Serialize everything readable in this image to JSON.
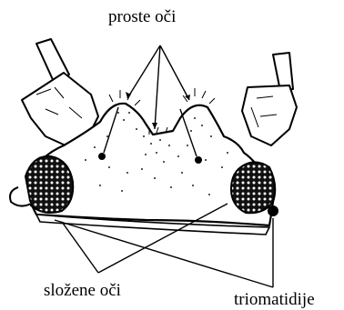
{
  "labels": {
    "simple_eyes": "proste oči",
    "compound_eyes": "složene oči",
    "triommatidia": "triomatidije"
  },
  "colors": {
    "ink": "#000000",
    "background": "#ffffff"
  }
}
